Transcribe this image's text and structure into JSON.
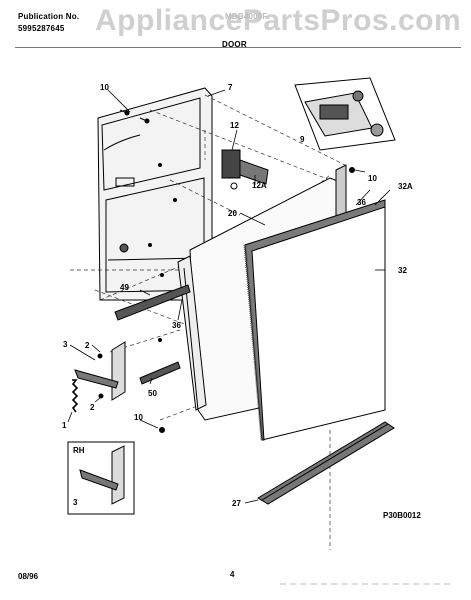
{
  "header": {
    "publication_label": "Publication No.",
    "publication_number": "5995287645",
    "model": "MDB4000F",
    "section_title": "DOOR",
    "watermark": "AppliancePartsPros.com"
  },
  "callouts": {
    "c10_top": "10",
    "c7": "7",
    "c12": "12",
    "c9": "9",
    "c12A": "12A",
    "c10_right": "10",
    "c32A": "32A",
    "c36_right": "36",
    "c20": "20",
    "c32": "32",
    "c49": "49",
    "c36_left": "36",
    "c3_top": "3",
    "c2_top": "2",
    "c50": "50",
    "c2_bottom": "2",
    "c1": "1",
    "c10_bottom": "10",
    "rh": "RH",
    "c3_bottom": "3",
    "c27": "27",
    "figure_code": "P30B0012"
  },
  "footer": {
    "date": "08/96",
    "page": "4"
  }
}
